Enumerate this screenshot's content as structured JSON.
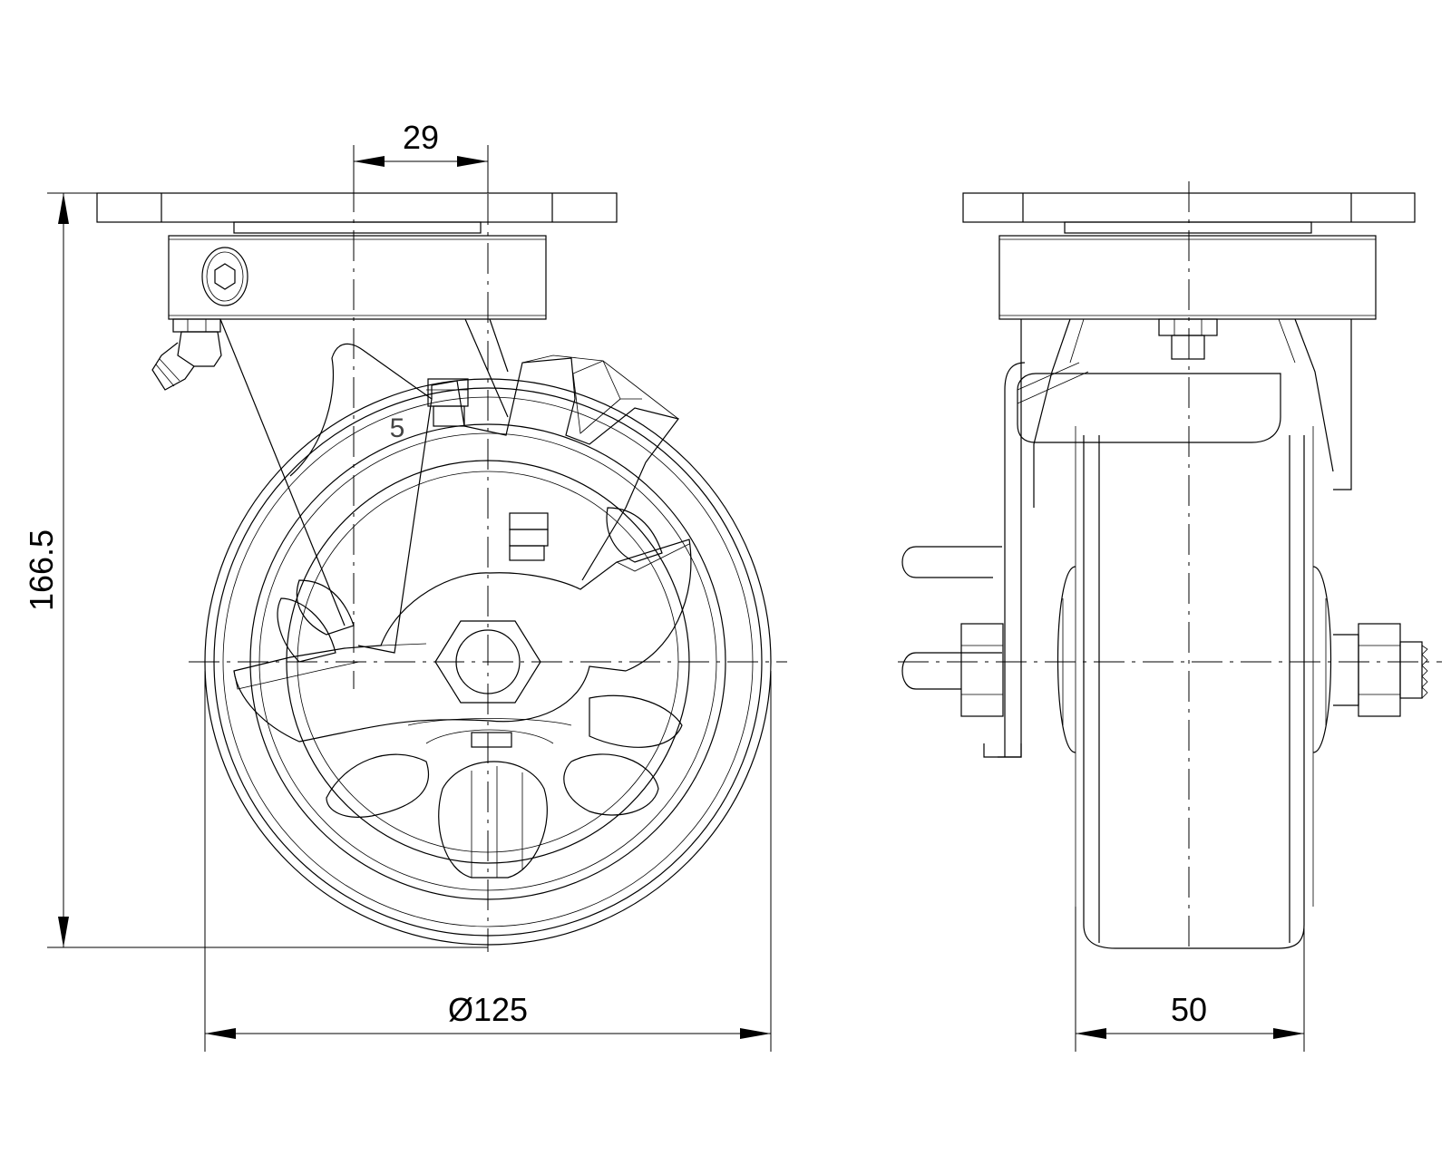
{
  "dimensions": {
    "offset": "29",
    "height": "166.5",
    "diameter": "Ø125",
    "width": "50"
  },
  "part_mark": "5",
  "icons": {
    "hex_socket": "hex-socket-screw-icon",
    "grease_nipple": "grease-nipple-icon",
    "hex_nut": "hex-nut-icon"
  },
  "colors": {
    "line": "#000000",
    "background": "#ffffff"
  }
}
